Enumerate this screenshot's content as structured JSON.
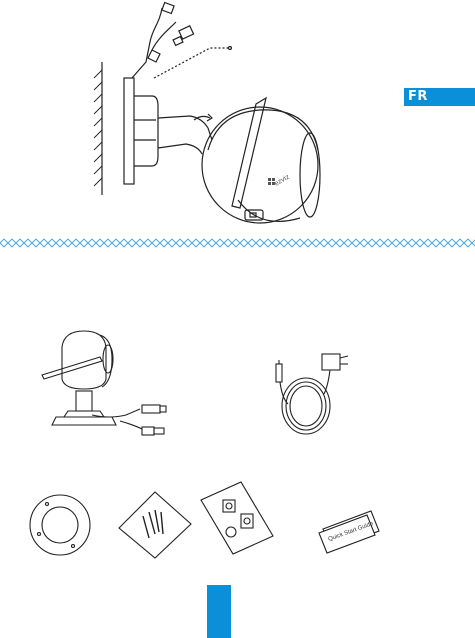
{
  "language_badge": {
    "label": "FR",
    "color": "#0a8fd8"
  },
  "box_contents": {
    "quick_start_guide_cover_text": "Quick Start Guide"
  },
  "colors": {
    "accent": "#0a8fd8",
    "line": "#222222",
    "divider": "#3aa0e0"
  },
  "icons": [
    "camera-wall-mount-illustration",
    "camera-illustration",
    "power-adapter-icon",
    "mounting-template-icon",
    "screw-kit-icon",
    "waterproof-kit-icon",
    "quick-start-guide-icon"
  ]
}
